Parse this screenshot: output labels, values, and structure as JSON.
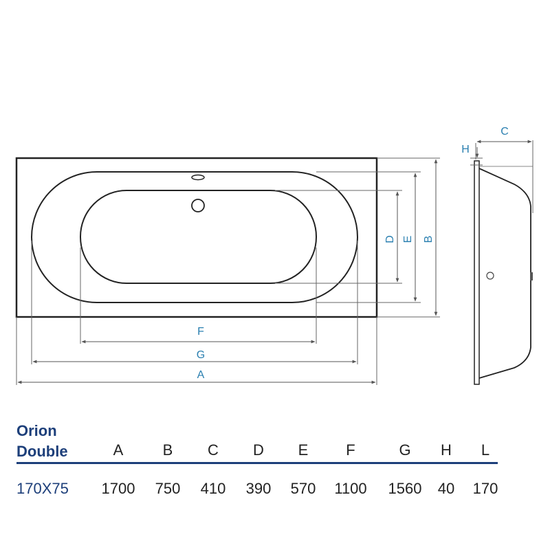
{
  "dimensions": {
    "labels": [
      "A",
      "B",
      "C",
      "D",
      "E",
      "F",
      "G",
      "H"
    ]
  },
  "spec_table": {
    "title_line1": "Orion",
    "title_line2": "Double",
    "columns": [
      "A",
      "B",
      "C",
      "D",
      "E",
      "F",
      "G",
      "H",
      "L"
    ],
    "row": {
      "model": "170X75",
      "values": [
        "1700",
        "750",
        "410",
        "390",
        "570",
        "1100",
        "1560",
        "40",
        "170"
      ]
    }
  },
  "colors": {
    "outline": "#222222",
    "dimension": "#2a7fb0",
    "table_accent": "#1d3f7a"
  }
}
